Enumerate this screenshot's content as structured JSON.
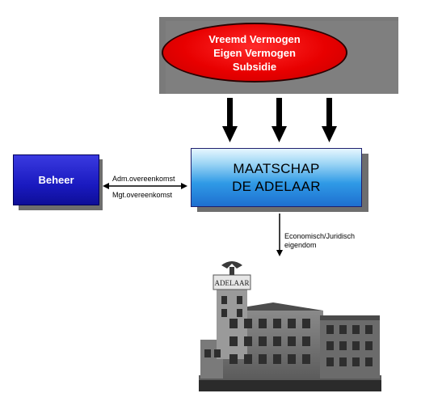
{
  "funding": {
    "lines": [
      "Vreemd Vermogen",
      "Eigen Vermogen",
      "Subsidie"
    ],
    "colors": {
      "ellipse": "#e80000",
      "panel": "#7f7f7f"
    }
  },
  "main_entity": {
    "lines": [
      "MAATSCHAP",
      "DE ADELAAR"
    ]
  },
  "management": {
    "label": "Beheer"
  },
  "agreements": {
    "upper": "Adm.overeenkomst",
    "lower": "Mgt.overeenkomst"
  },
  "ownership": {
    "lines": [
      "Economisch/Juridisch",
      "eigendom"
    ]
  },
  "building": {
    "sign_text": "ADELAAR",
    "icon": "factory-building-image"
  }
}
